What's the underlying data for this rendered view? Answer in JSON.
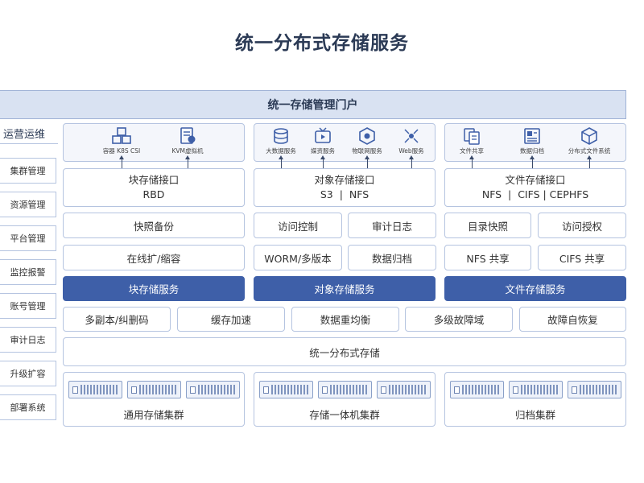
{
  "title": "统一分布式存储服务",
  "portal": "统一存储管理门户",
  "ops": {
    "header": "运营运维",
    "items": [
      "集群管理",
      "资源管理",
      "平台管理",
      "监控报警",
      "账号管理",
      "审计日志",
      "升级扩容",
      "部署系统"
    ]
  },
  "icons": {
    "block": [
      "容器 K8S CSI",
      "KVM虚拟机"
    ],
    "object": [
      "大数据服务",
      "媒资服务",
      "物联网服务",
      "Web服务"
    ],
    "file": [
      "文件共享",
      "数据归档",
      "分布式文件系统"
    ]
  },
  "interfaces": {
    "block": {
      "name": "块存储接口",
      "protocols": "RBD"
    },
    "object": {
      "name": "对象存储接口",
      "protocols": "S3  |  NFS"
    },
    "file": {
      "name": "文件存储接口",
      "protocols": "NFS  |  CIFS | CEPHFS"
    }
  },
  "features": {
    "block": [
      "快照备份",
      "在线扩/缩容"
    ],
    "object": [
      "访问控制",
      "审计日志",
      "WORM/多版本",
      "数据归档"
    ],
    "file": [
      "目录快照",
      "访问授权",
      "NFS 共享",
      "CIFS 共享"
    ]
  },
  "services": [
    "块存储服务",
    "对象存储服务",
    "文件存储服务"
  ],
  "capabilities": [
    "多副本/纠删码",
    "缓存加速",
    "数据重均衡",
    "多级故障域",
    "故障自恢复"
  ],
  "distributed": "统一分布式存储",
  "clusters": [
    "通用存储集群",
    "存储一体机集群",
    "归档集群"
  ]
}
